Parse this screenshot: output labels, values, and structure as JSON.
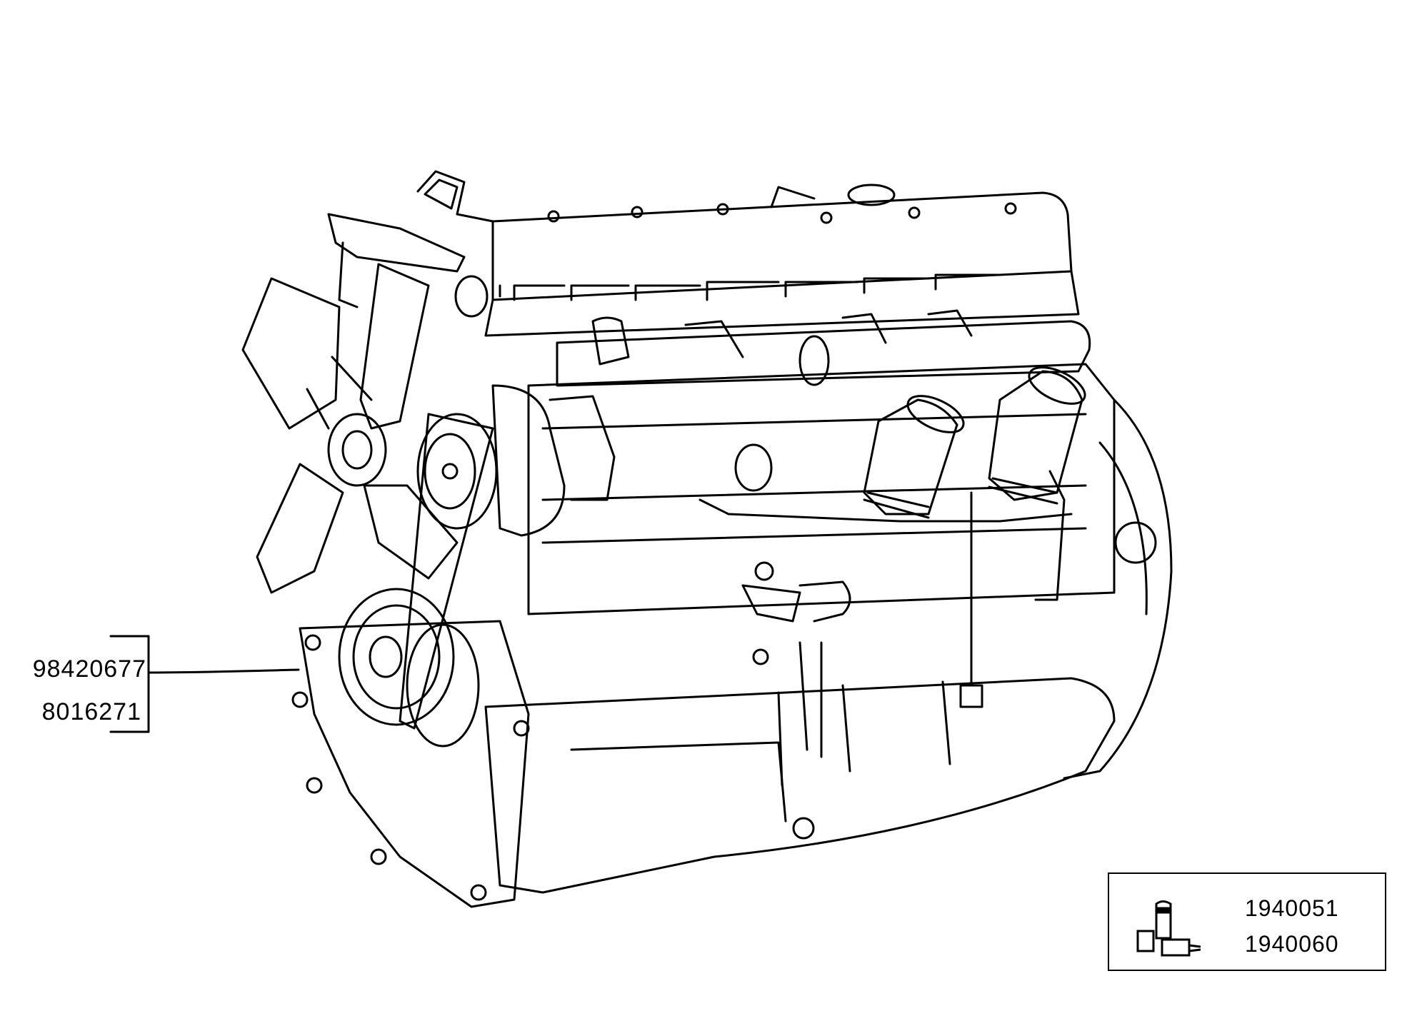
{
  "diagram": {
    "title": "",
    "subject": "engine-assembly-exploded-view",
    "callouts": [
      {
        "group": "front-pulley",
        "part_numbers": [
          "98420677",
          "8016271"
        ]
      }
    ],
    "kit_box": {
      "icon": "fitting-kit-icon",
      "part_numbers": [
        "1940051",
        "1940060"
      ]
    },
    "colors": {
      "line": "#000000",
      "background": "#ffffff"
    }
  }
}
